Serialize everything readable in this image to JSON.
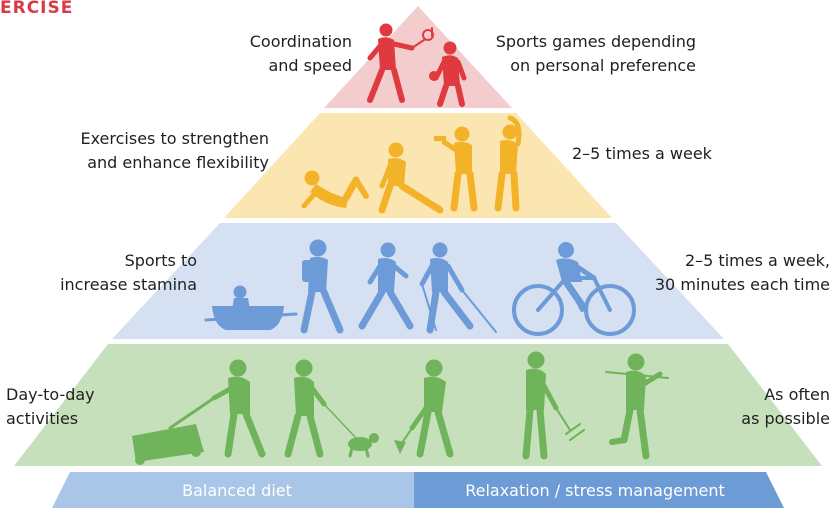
{
  "heading": "ERCISE",
  "tiers": [
    {
      "left_lines": [
        "Coordination",
        "and speed"
      ],
      "right_lines": [
        "Sports games depending",
        "on personal preference"
      ]
    },
    {
      "left_lines": [
        "Exercises to strengthen",
        "and enhance flexibility"
      ],
      "right_lines": [
        "2–5 times a week"
      ]
    },
    {
      "left_lines": [
        "Sports to",
        "increase stamina"
      ],
      "right_lines": [
        "2–5 times a week,",
        "30 minutes each time"
      ]
    },
    {
      "left_lines": [
        "Day-to-day",
        "activities"
      ],
      "right_lines": [
        "As often",
        "as possible"
      ]
    }
  ],
  "base": {
    "left": "Balanced diet",
    "right": "Relaxation / stress management"
  },
  "colors": {
    "heading": "#d93a43",
    "tier_top": "#f3cdcd",
    "tier_top_figure": "#df3a40",
    "tier_2": "#fbe5b0",
    "tier_2_figure": "#f3b328",
    "tier_3": "#d5e1f3",
    "tier_3_figure": "#6d9bd8",
    "tier_4": "#c6e0bc",
    "tier_4_figure": "#6fb45a",
    "base_left": "#a9c6e8",
    "base_right": "#6d9bd6"
  },
  "icons": {
    "tier_top": [
      "tennis-player-icon",
      "football-player-icon"
    ],
    "tier_2": [
      "lying-stretch-icon",
      "lunge-stretch-icon",
      "dumbbell-curl-icon",
      "side-stretch-icon"
    ],
    "tier_3": [
      "rowing-boat-icon",
      "hiker-icon",
      "runner-icon",
      "nordic-walker-icon",
      "cyclist-icon"
    ],
    "tier_4": [
      "lawn-mowing-icon",
      "dog-walker-icon",
      "dog-icon",
      "shoveling-icon",
      "raking-icon",
      "digging-icon"
    ]
  }
}
